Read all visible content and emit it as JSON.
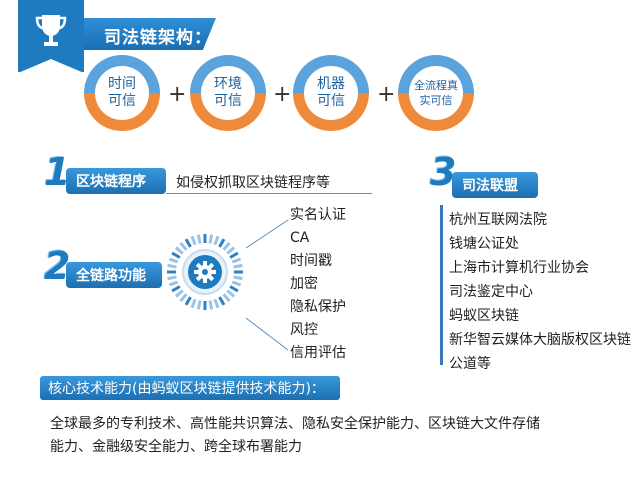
{
  "header": {
    "title": "司法链架构："
  },
  "pillars": [
    {
      "label": "时间\n可信"
    },
    {
      "label": "环境\n可信"
    },
    {
      "label": "机器\n可信"
    },
    {
      "label": "全流程真\n实可信"
    }
  ],
  "plus_sign": "+",
  "section1": {
    "number": "1",
    "title": "区块链程序",
    "desc": "如侵权抓取区块链程序等"
  },
  "section2": {
    "number": "2",
    "title": "全链路功能",
    "features": [
      "实名认证",
      "CA",
      "时间戳",
      "加密",
      "隐私保护",
      "风控",
      "信用评估"
    ]
  },
  "section3": {
    "number": "3",
    "title": "司法联盟",
    "members": [
      "杭州互联网法院",
      "钱塘公证处",
      "上海市计算机行业协会",
      "司法鉴定中心",
      "蚂蚁区块链",
      "新华智云媒体大脑版权区块链",
      "公道等"
    ]
  },
  "core": {
    "title": "核心技术能力(由蚂蚁区块链提供技术能力)：",
    "desc": "全球最多的专利技术、高性能共识算法、隐私安全保护能力、区块链大文件存储能力、金融级安全能力、跨全球布署能力"
  },
  "colors": {
    "blue": "#1f7bbf",
    "orange": "#ee8a39",
    "ring_blue": "#5ba3dc"
  },
  "icons": {
    "header": "trophy-icon",
    "section2": "gear-icon"
  }
}
